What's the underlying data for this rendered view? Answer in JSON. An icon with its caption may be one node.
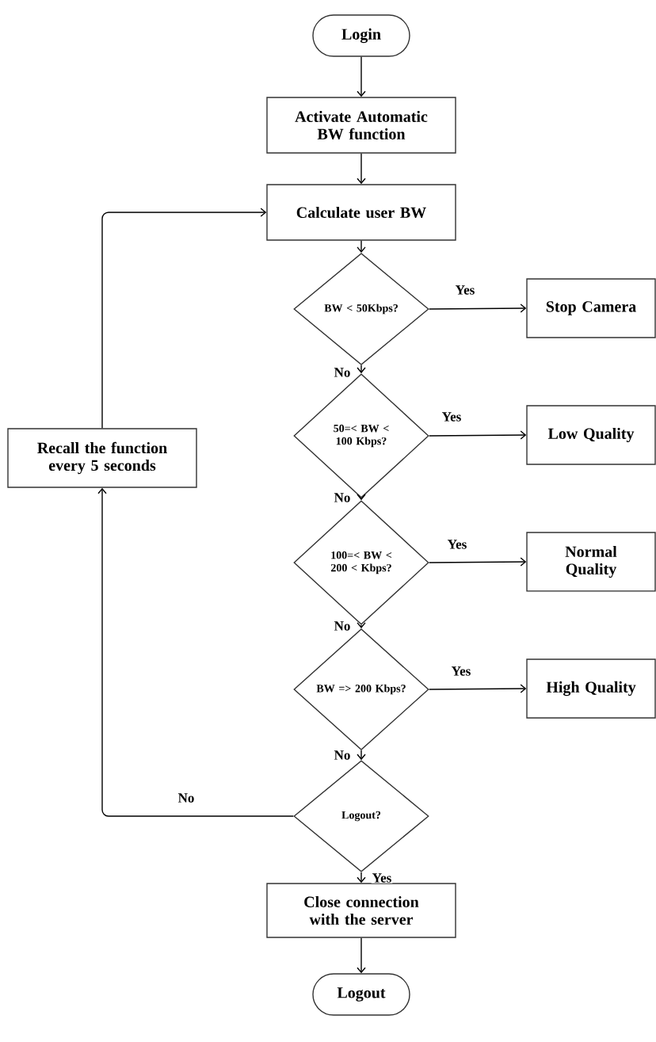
{
  "diagram": {
    "nodes": [
      {
        "text": [
          "Login"
        ]
      },
      {
        "text": [
          "Activate Automatic BW function"
        ]
      },
      {
        "text": [
          "Calculate user BW"
        ]
      },
      {
        "text": [
          "BW < 50Kbps?"
        ]
      },
      {
        "text": [
          "Stop Camera"
        ]
      },
      {
        "text": [
          "50=< BW < 100 Kbps?"
        ]
      },
      {
        "text": [
          "Low Quality"
        ]
      },
      {
        "text": [
          "100=< BW < 200 < Kbps?"
        ]
      },
      {
        "text": [
          "Normal Quality"
        ]
      },
      {
        "text": [
          "BW => 200 Kbps?"
        ]
      },
      {
        "text": [
          "High Quality"
        ]
      },
      {
        "text": [
          "Logout?"
        ]
      },
      {
        "text": [
          "Recall the function every 5 seconds"
        ]
      },
      {
        "text": [
          "Close connection with the server"
        ]
      },
      {
        "text": [
          "Logout"
        ]
      }
    ],
    "edges": [
      {
        "from": 0,
        "to": 1,
        "arrow": "to"
      },
      {
        "from": 1,
        "to": 2,
        "arrow": "to"
      },
      {
        "from": 2,
        "to": 3,
        "arrow": "to"
      },
      {
        "from": 3,
        "to": 4,
        "arrow": "to",
        "label": "Yes"
      },
      {
        "from": 3,
        "to": 5,
        "arrow": "to",
        "label": "No"
      },
      {
        "from": 5,
        "to": 6,
        "arrow": "to",
        "label": "Yes"
      },
      {
        "from": 5,
        "to": 7,
        "arrow": "to",
        "label": "No"
      },
      {
        "from": 7,
        "to": 8,
        "arrow": "to",
        "label": "Yes"
      },
      {
        "from": 7,
        "to": 9,
        "arrow": "to",
        "label": "No"
      },
      {
        "from": 9,
        "to": 10,
        "arrow": "to",
        "label": "Yes"
      },
      {
        "from": 9,
        "to": 11,
        "arrow": "to",
        "label": "No"
      },
      {
        "from": 11,
        "to": 12,
        "arrow": "to",
        "label": "No"
      },
      {
        "from": 12,
        "to": 2,
        "arrow": "to"
      },
      {
        "from": 11,
        "to": 13,
        "arrow": "to",
        "label": "Yes"
      },
      {
        "from": 13,
        "to": 14,
        "arrow": "to"
      }
    ]
  }
}
